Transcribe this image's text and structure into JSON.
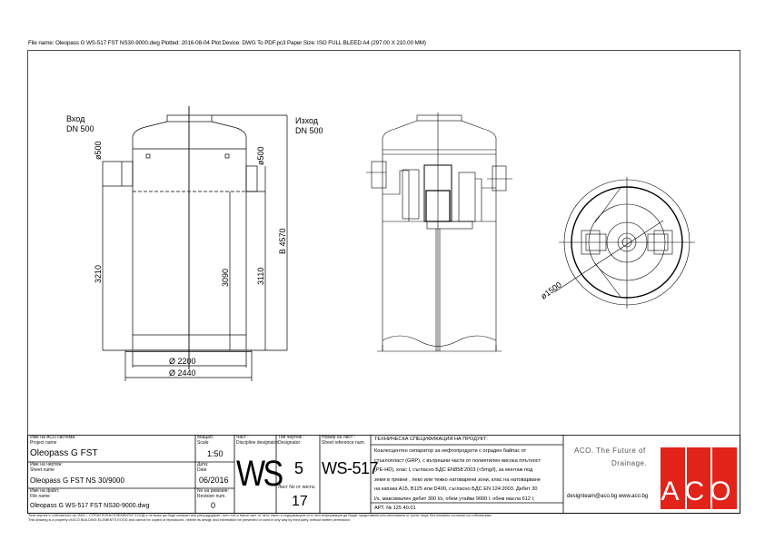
{
  "header": {
    "plot_info": "File name: Oleopass G WS-517 FST NS30-9000.dwg   Plotted: 2016-08-04   Plot Device: DWG To PDF.pc3   Paper Size: ISO FULL BLEED A4 (297.00 X 210.00 MM)"
  },
  "drawing": {
    "inlet_label": "Вход",
    "inlet_dn": "DN 500",
    "outlet_label": "Изход",
    "outlet_dn": "DN 500",
    "dim_inlet_pipe": "ø500",
    "dim_outlet_pipe": "ø500",
    "dim_inlet_height": "3210",
    "dim_inner": "3090",
    "dim_outlet_height": "3110",
    "dim_total_height": "B 4570",
    "dim_body_diameter": "Ø 2200",
    "dim_base_diameter": "Ø 2440",
    "dim_plan_diameter": "ø1500"
  },
  "title_block": {
    "project_label_bg": "Име на АСО система:",
    "project_label_en": "Project name",
    "project_name": "Oleopass G FST",
    "sheet_label_bg": "Име на чертеж:",
    "sheet_label_en": "Sheet name",
    "sheet_name": "Oleopass G FST NS 30/9000",
    "file_label_bg": "Име на файл:",
    "file_label_en": "File name",
    "file_name": "Oleopass G WS-517 FST NS30-9000.dwg",
    "scale_label_bg": "Мащаб:",
    "scale_label_en": "Scale",
    "scale": "1:50",
    "date_label_bg": "Дата:",
    "date_label_en": "Date",
    "date": "06/2016",
    "rev_label_bg": "No на ревизия:",
    "rev_label_en": "Revision num.",
    "revision": "0",
    "discipline_label_bg": "Част :",
    "discipline_label_en": "Discipline designator",
    "discipline": "WS",
    "type_label_bg": "Тип чертеж :",
    "type_label_en": "Designator",
    "type": "5",
    "sheet_of_label": "Лист No от листа:",
    "sheet_of": "17",
    "ref_label_bg": "Номер на лист :",
    "ref_label_en": "Sheet reference num.",
    "ref": "WS-517",
    "spec_title": "ТЕХНИЧЕСКА СПЕЦИФИКАЦИЯ НА ПРОДУКТ:",
    "spec_lines": [
      "Коалесцентен сепаратор за нефтопродукти с ограден байпас от",
      "стъклопласт (GRP), с вътрешни части от полиетилен висока плътност",
      "(PE-HD), клас I, съгласно БДС EN858:2003 (<5mg/l), за монтаж под",
      "земя в тревни , леко или тежко натоварени зони, клас на натоварване",
      "на капака А15, В125 или D400, съгласно БДС EN 124:2003. Дебит 30",
      "l/s, максимален дебит 300 l/s, обем утайки 9000 l, обем масла 612 l;"
    ],
    "article": "АРТ. № 125 40.01",
    "slogan_1": "ACO. The Future of",
    "slogan_2": "Drainage.",
    "contact": "designteam@aco.bg  www.aco.bg",
    "logo_text": "ACO",
    "brand_color": "#e2231a"
  },
  "footer": {
    "line_bg": "Този чертеж е собственост на \"АКО – СТРОИТЕЛНИ ЕЛЕМЕНТИ\" ЕООД и не може да бъде копиран или репродуциран, нито той и никоя част от него, както и съдържащата се в него информация да бъдат представяни или използвани от трети лица, без писмено съгласие на собственика.",
    "line_en": "This drawing is a property of ACO BUILDING ELEMENTS EOOD and cannot be copied of reproduced, neither its design and information be presented or used in any way by third party, without written permission."
  }
}
